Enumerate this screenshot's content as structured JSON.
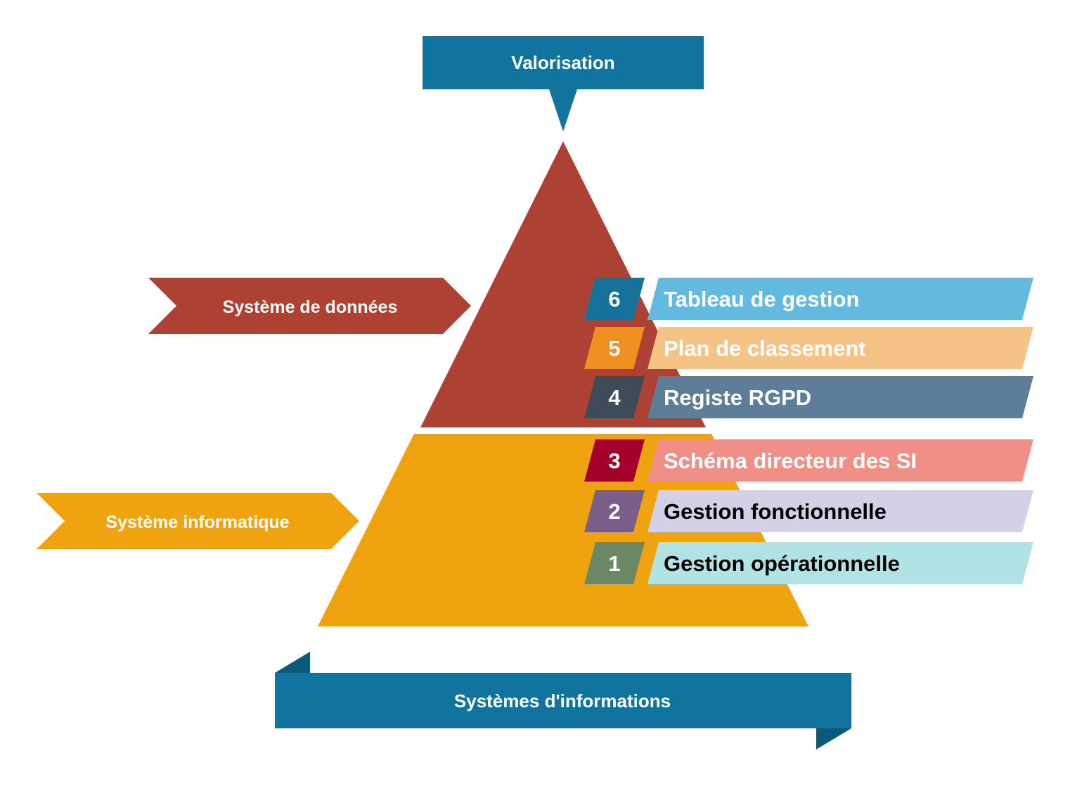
{
  "top_label": "Valorisation",
  "bottom_label": "Systèmes d'informations",
  "side_labels": {
    "upper": "Système de données",
    "lower": "Système informatique"
  },
  "levels": [
    {
      "number": "6",
      "label": "Tableau de gestion",
      "num_color": "#15739b",
      "bar_color": "#62bae1",
      "text_color": "#ffffff"
    },
    {
      "number": "5",
      "label": "Plan de classement",
      "num_color": "#ef9020",
      "bar_color": "#f6c386",
      "text_color": "#ffffff"
    },
    {
      "number": "4",
      "label": "Registe RGPD",
      "num_color": "#3e4b58",
      "bar_color": "#5d7d99",
      "text_color": "#ffffff"
    },
    {
      "number": "3",
      "label": "Schéma directeur des SI",
      "num_color": "#a4002a",
      "bar_color": "#f08f85",
      "text_color": "#ffffff"
    },
    {
      "number": "2",
      "label": "Gestion fonctionnelle",
      "num_color": "#7a5f8a",
      "bar_color": "#d3d1e5",
      "text_color": "#000000"
    },
    {
      "number": "1",
      "label": "Gestion opérationnelle",
      "num_color": "#6c8765",
      "bar_color": "#b1e3e4",
      "text_color": "#000000"
    }
  ],
  "colors": {
    "top_triangle": "#ad4234",
    "bottom_trapezoid": "#efa30e",
    "blue": "#10749e",
    "blue_dark": "#0b5a7c"
  }
}
